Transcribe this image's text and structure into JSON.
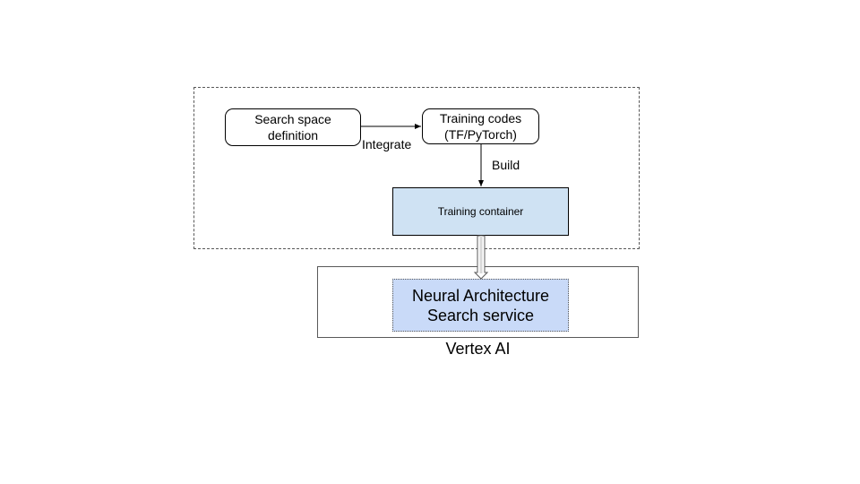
{
  "diagram": {
    "nodes": {
      "search_space": "Search space\ndefinition",
      "training_codes": "Training codes\n(TF/PyTorch)",
      "training_container": "Training container",
      "nas_service": "Neural Architecture\nSearch service"
    },
    "edge_labels": {
      "integrate": "Integrate",
      "build": "Build"
    },
    "platform_label": "Vertex AI"
  }
}
